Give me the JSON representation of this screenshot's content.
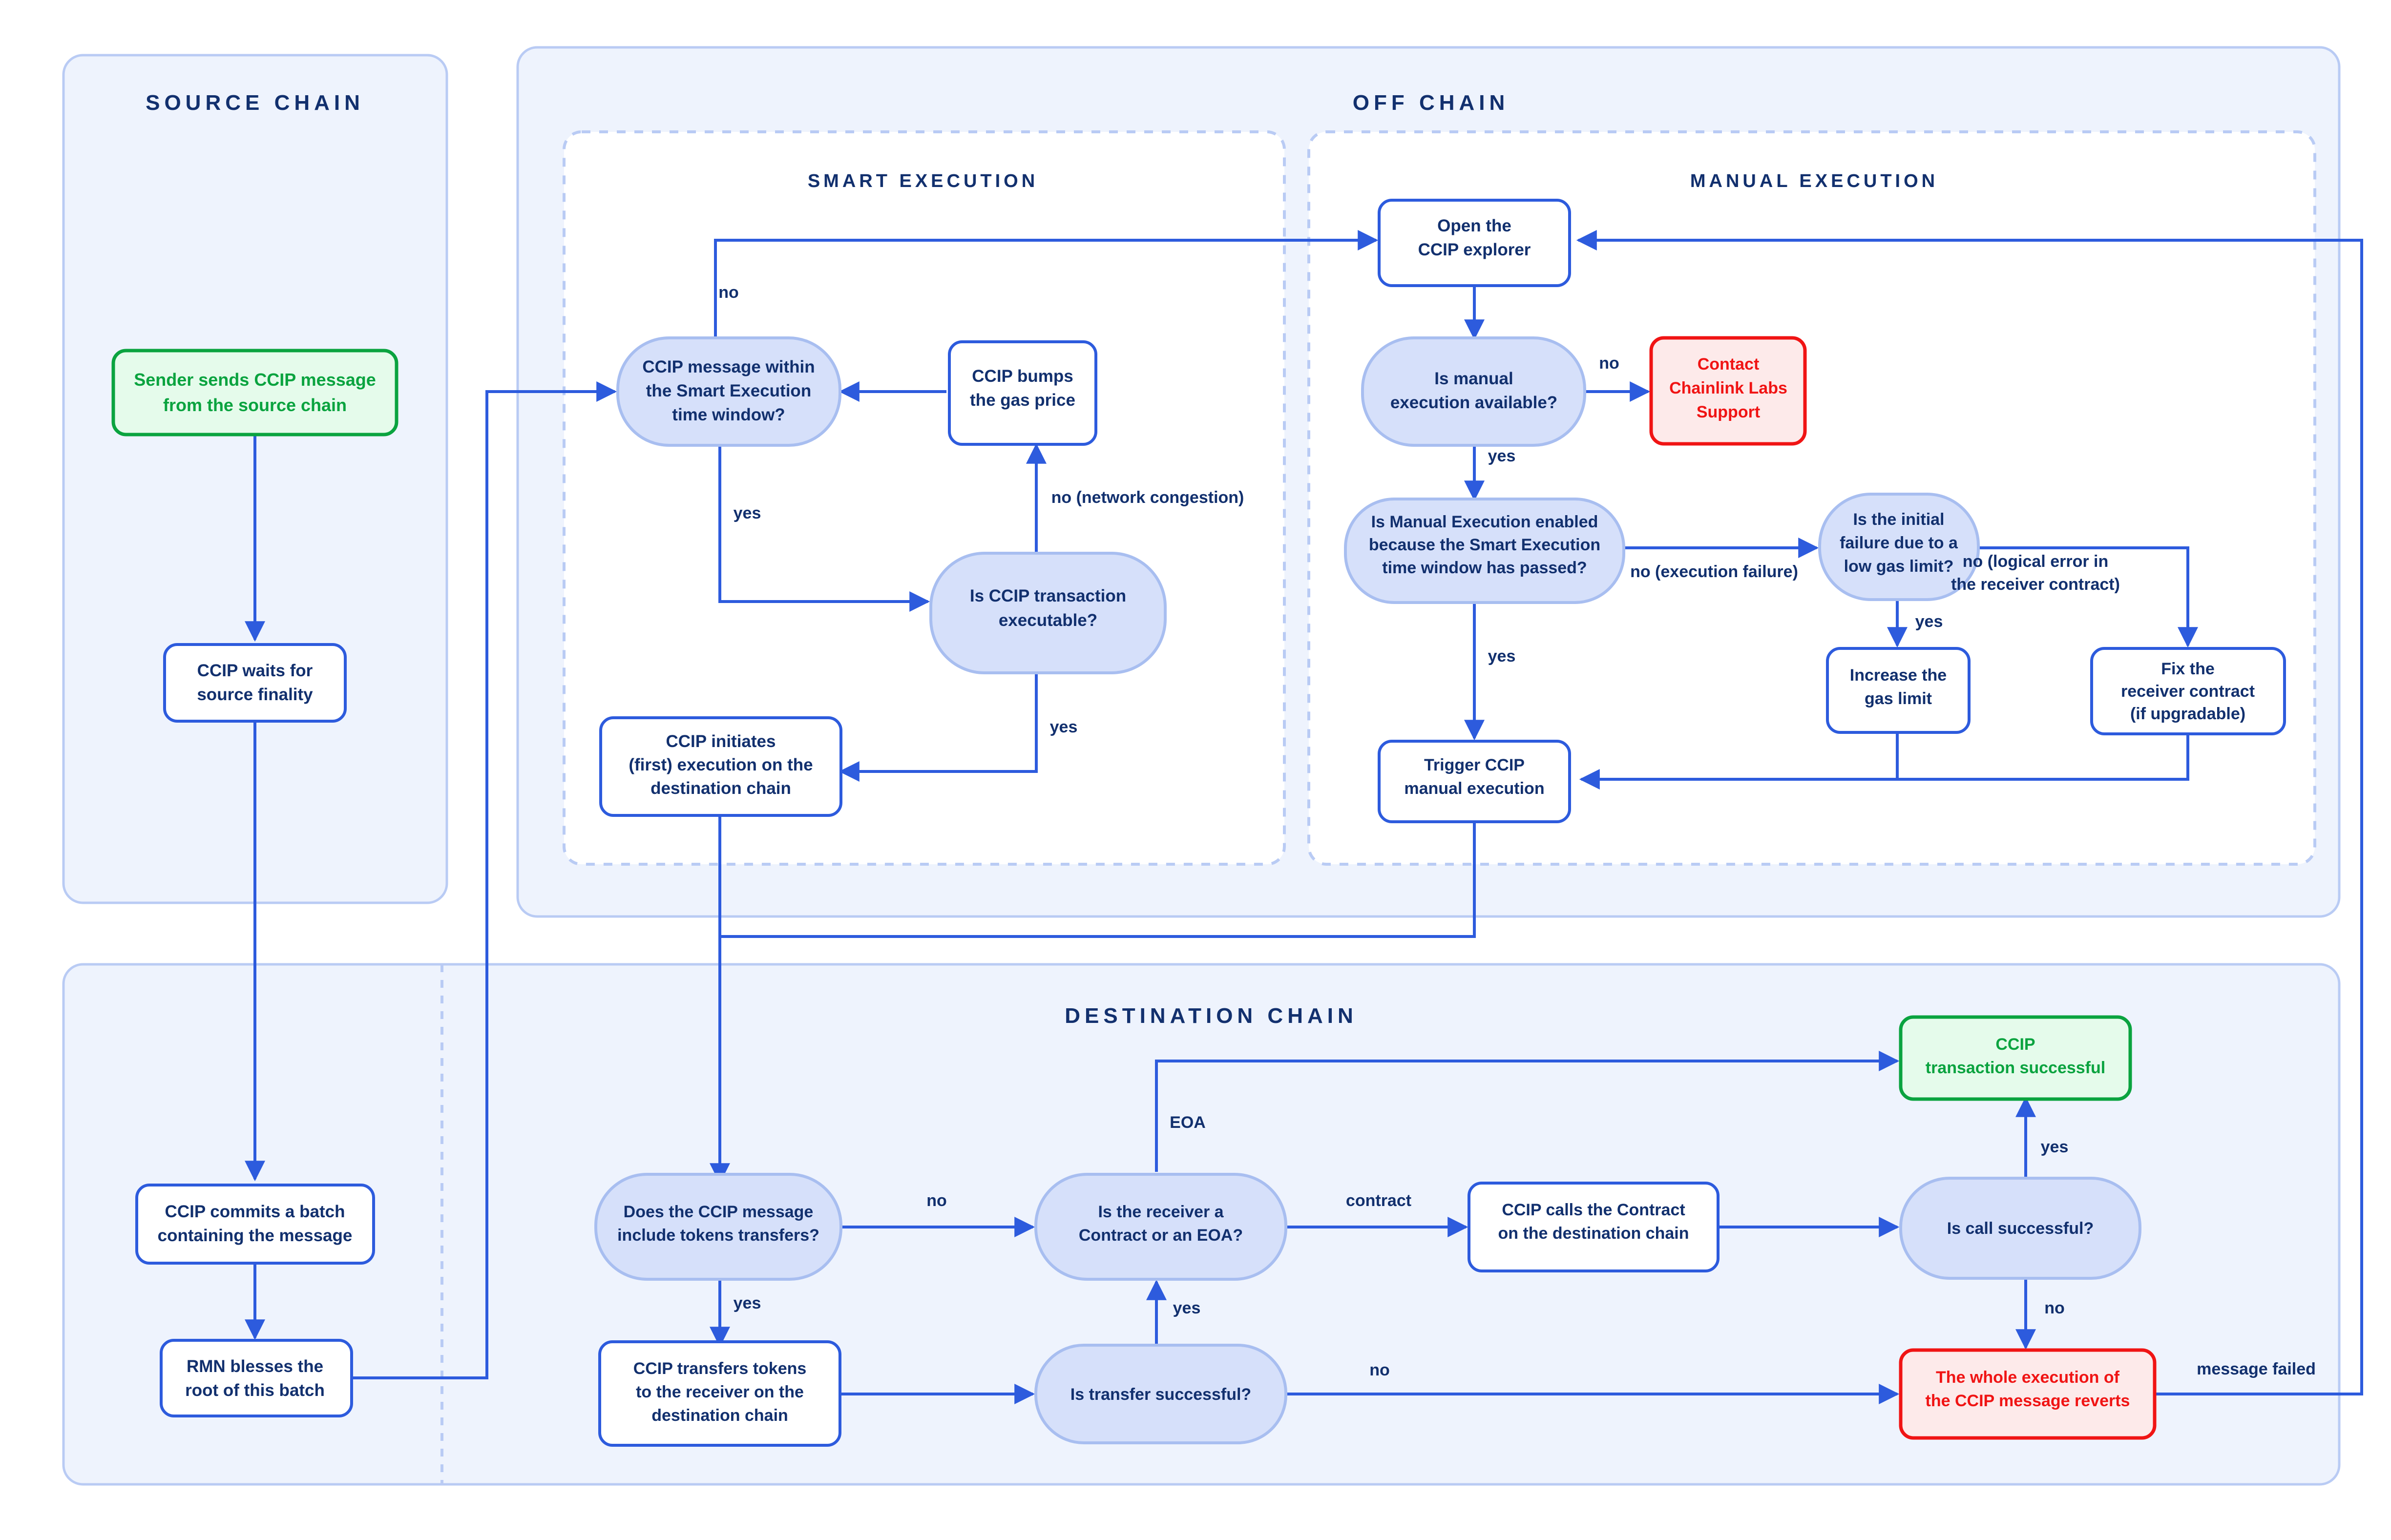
{
  "diagram": {
    "title": "CCIP message execution flow",
    "colors": {
      "lane_fill": "#eef3fd",
      "lane_stroke": "#b9cbf4",
      "sub_lane_stroke": "#b9cbf4",
      "process_stroke": "#2d5bdd",
      "process_fill": "#ffffff",
      "decision_fill": "#d6e0fa",
      "decision_stroke": "#a8bef0",
      "text_navy": "#12306e",
      "success_stroke": "#0aa33f",
      "success_fill": "#e5fbeb",
      "success_text": "#0aa33f",
      "error_stroke": "#f01414",
      "error_fill": "#fdeaea",
      "error_text": "#f01414",
      "arrow": "#2d5bdd"
    }
  },
  "lanes": {
    "source_chain": "SOURCE CHAIN",
    "off_chain": "OFF CHAIN",
    "smart_execution": "SMART EXECUTION",
    "manual_execution": "MANUAL EXECUTION",
    "destination_chain": "DESTINATION CHAIN"
  },
  "nodes": {
    "sender_sends": {
      "id": "sender-sends-ccip-message",
      "type": "terminator-success",
      "lines": [
        "Sender sends CCIP message",
        "from the source chain"
      ]
    },
    "waits_finality": {
      "id": "ccip-waits-for-source-finality",
      "type": "process",
      "lines": [
        "CCIP waits for",
        "source finality"
      ]
    },
    "commits_batch": {
      "id": "ccip-commits-a-batch",
      "type": "process",
      "lines": [
        "CCIP commits a batch",
        "containing the message"
      ]
    },
    "rmn_blesses": {
      "id": "rmn-blesses-the-root",
      "type": "process",
      "lines": [
        "RMN blesses the",
        "root of this batch"
      ]
    },
    "within_window": {
      "id": "ccip-message-within-smart-execution-window",
      "type": "decision",
      "lines": [
        "CCIP message within",
        "the Smart Execution",
        "time window?"
      ]
    },
    "bumps_gas": {
      "id": "ccip-bumps-the-gas-price",
      "type": "process",
      "lines": [
        "CCIP bumps",
        "the gas price"
      ]
    },
    "tx_executable": {
      "id": "is-ccip-transaction-executable",
      "type": "decision",
      "lines": [
        "Is CCIP transaction",
        "executable?"
      ]
    },
    "initiates_exec": {
      "id": "ccip-initiates-first-execution",
      "type": "process",
      "lines": [
        "CCIP initiates",
        "(first) execution on the",
        "destination chain"
      ]
    },
    "open_explorer": {
      "id": "open-the-ccip-explorer",
      "type": "process",
      "lines": [
        "Open the",
        "CCIP explorer"
      ]
    },
    "manual_available": {
      "id": "is-manual-execution-available",
      "type": "decision",
      "lines": [
        "Is manual",
        "execution available?"
      ]
    },
    "contact_support": {
      "id": "contact-chainlink-labs-support",
      "type": "terminator-error",
      "lines": [
        "Contact",
        "Chainlink Labs",
        "Support"
      ]
    },
    "manual_enabled": {
      "id": "is-manual-execution-enabled",
      "type": "decision",
      "lines": [
        "Is Manual Execution enabled",
        "because the Smart Execution",
        "time window has passed?"
      ]
    },
    "initial_failure": {
      "id": "is-initial-failure-low-gas-limit",
      "type": "decision",
      "lines": [
        "Is the initial",
        "failure due to a",
        "low gas limit?"
      ]
    },
    "increase_gas": {
      "id": "increase-the-gas-limit",
      "type": "process",
      "lines": [
        "Increase the",
        "gas limit"
      ]
    },
    "fix_receiver": {
      "id": "fix-the-receiver-contract",
      "type": "process",
      "lines": [
        "Fix the",
        "receiver contract",
        "(if upgradable)"
      ]
    },
    "trigger_manual": {
      "id": "trigger-ccip-manual-execution",
      "type": "process",
      "lines": [
        "Trigger CCIP",
        "manual execution"
      ]
    },
    "includes_tokens": {
      "id": "does-ccip-message-include-token-transfers",
      "type": "decision",
      "lines": [
        "Does the CCIP message",
        "include tokens transfers?"
      ]
    },
    "transfers_tokens": {
      "id": "ccip-transfers-tokens-to-receiver",
      "type": "process",
      "lines": [
        "CCIP transfers tokens",
        "to the receiver on the",
        "destination chain"
      ]
    },
    "transfer_successful": {
      "id": "is-transfer-successful",
      "type": "decision",
      "lines": [
        "Is transfer successful?"
      ]
    },
    "receiver_type": {
      "id": "is-receiver-contract-or-eoa",
      "type": "decision",
      "lines": [
        "Is the receiver a",
        "Contract or an EOA?"
      ]
    },
    "calls_contract": {
      "id": "ccip-calls-the-contract",
      "type": "process",
      "lines": [
        "CCIP calls the Contract",
        "on the destination chain"
      ]
    },
    "call_successful": {
      "id": "is-call-successful",
      "type": "decision",
      "lines": [
        "Is call successful?"
      ]
    },
    "tx_successful": {
      "id": "ccip-transaction-successful",
      "type": "terminator-success",
      "lines": [
        "CCIP",
        "transaction successful"
      ]
    },
    "execution_reverts": {
      "id": "the-whole-execution-reverts",
      "type": "terminator-error",
      "lines": [
        "The whole execution of",
        "the CCIP message reverts"
      ]
    }
  },
  "edge_labels": {
    "window_no": "no",
    "window_yes": "yes",
    "executable_yes": "yes",
    "executable_no_congestion": "no (network congestion)",
    "manual_available_no": "no",
    "manual_available_yes": "yes",
    "manual_enabled_yes": "yes",
    "manual_enabled_no": "no (execution failure)",
    "initial_failure_yes": "yes",
    "initial_failure_no": "no (logical error in\nthe receiver contract)",
    "initial_failure_no_l1": "no (logical error in",
    "initial_failure_no_l2": "the receiver contract)",
    "tokens_no": "no",
    "tokens_yes": "yes",
    "transfer_yes": "yes",
    "transfer_no": "no",
    "receiver_eoa": "EOA",
    "receiver_contract": "contract",
    "call_yes": "yes",
    "call_no": "no",
    "message_failed": "message failed"
  }
}
